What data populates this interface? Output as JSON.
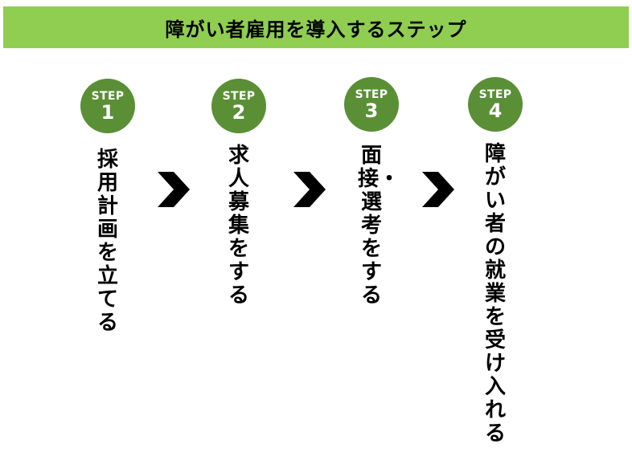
{
  "title": "障がい者雇用を導入するステップ",
  "colors": {
    "banner": "#8fce50",
    "badge": "#5a8f36",
    "arrow": "#000000"
  },
  "steps": [
    {
      "label": "STEP",
      "number": "1",
      "text": "採用計画を立てる"
    },
    {
      "label": "STEP",
      "number": "2",
      "text": "求人募集をする"
    },
    {
      "label": "STEP",
      "number": "3",
      "text": "面接・選考をする"
    },
    {
      "label": "STEP",
      "number": "4",
      "text": "障がい者の就業を受け入れる"
    }
  ],
  "arrows": [
    "chevron-right-icon",
    "chevron-right-icon",
    "chevron-right-icon"
  ]
}
